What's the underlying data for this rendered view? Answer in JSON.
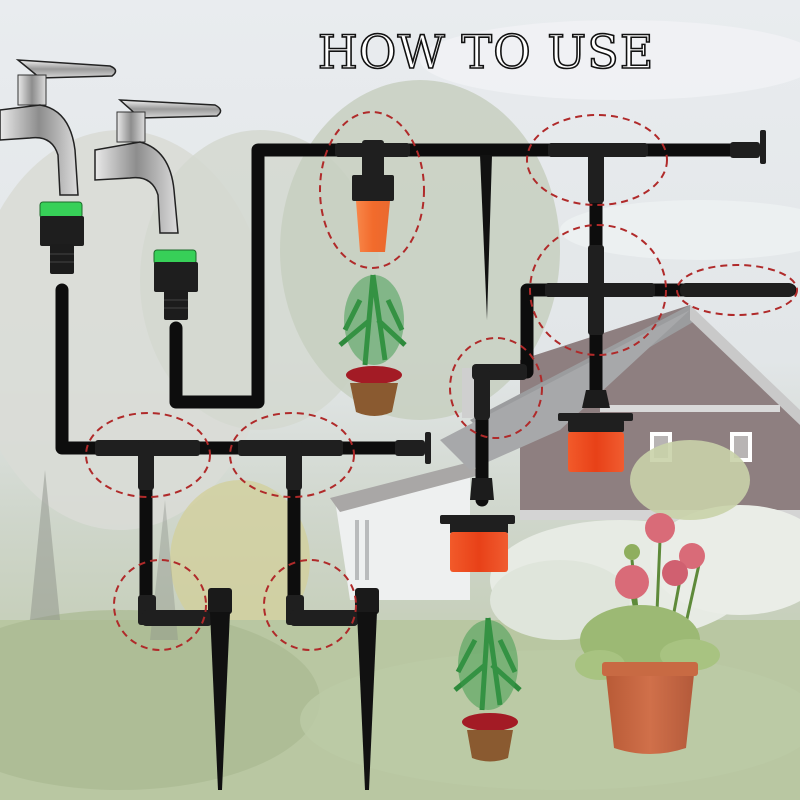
{
  "title": "HOW TO USE",
  "colors": {
    "sky": "#e8ebee",
    "grass": "#b9c6a4",
    "pipe": "#0d0d0d",
    "ring": "#b02a2a",
    "dripper_orange": "#f2703a",
    "dripper_red": "#ee4a22",
    "faucet_adapter_green": "#3bd35a",
    "house_wall": "#8e7f80",
    "pot_terracotta": "#c8653e"
  },
  "components": {
    "faucets": [
      {
        "name": "faucet-1",
        "adapter": "green-tap-adapter"
      },
      {
        "name": "faucet-2",
        "adapter": "green-tap-adapter"
      }
    ],
    "highlighted_fittings": [
      "tee-connector-with-orange-dripper",
      "tee-connector-top-right",
      "cross-connector",
      "end-plug",
      "elbow-connector",
      "tee-connector-left-1",
      "tee-connector-left-2",
      "elbow-connector-to-stake-1",
      "elbow-connector-to-stake-2"
    ],
    "emitters": [
      "orange-adjustable-dripper",
      "red-adjustable-dripper-1",
      "red-adjustable-dripper-2",
      "stake-sprayer-1",
      "stake-sprayer-2",
      "spike-stake"
    ],
    "plants": [
      "potted-cypress-top",
      "potted-cypress-bottom",
      "potted-rose-flowers"
    ]
  }
}
